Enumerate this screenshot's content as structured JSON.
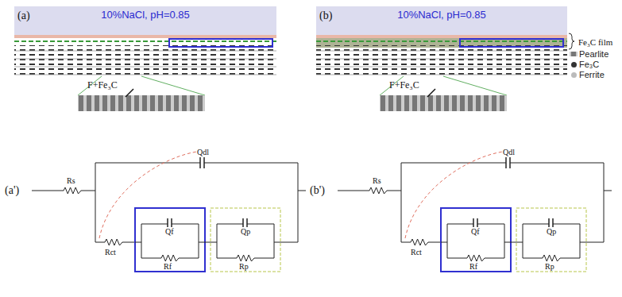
{
  "diagram": {
    "nodes": [
      {
        "text": [
          "10%NaCl, pH=0.85"
        ]
      },
      {
        "text": [
          "10%NaCl, pH=0.85"
        ]
      }
    ],
    "labels": [
      "(a)",
      "(b)",
      "F+Fe₃C",
      "F+Fe₃C",
      "Fe₃C film",
      "(a')",
      "(b')",
      "Rs",
      "Qdl",
      "Rct",
      "Qf",
      "Rf",
      "Qp",
      "Rp",
      "Rs",
      "Qdl",
      "Rct",
      "Qf",
      "Rf",
      "Qp",
      "Rp"
    ],
    "legend": [
      {
        "text": "Pearlite"
      },
      {
        "text": "Fe₃C",
        "color": "#333333"
      },
      {
        "text": "Ferrite",
        "color": "#bbbbbb"
      }
    ]
  }
}
